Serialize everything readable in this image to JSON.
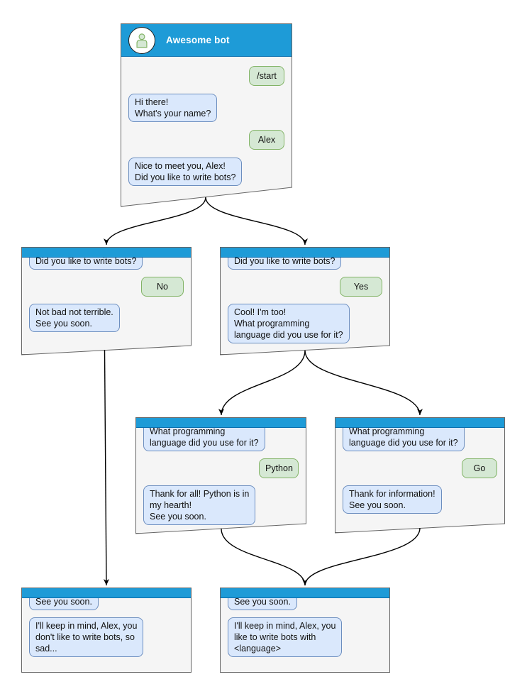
{
  "diagram": {
    "type": "chatbot-conversation-flowchart",
    "bot_title": "Awesome bot",
    "windows": [
      {
        "id": "main",
        "title": "Awesome bot",
        "messages": [
          {
            "from": "user",
            "text": "/start"
          },
          {
            "from": "bot",
            "text": "Hi there!\nWhat's your name?"
          },
          {
            "from": "user",
            "text": "Alex"
          },
          {
            "from": "bot",
            "text": "Nice to meet you, Alex!\nDid you like to write bots?"
          }
        ]
      },
      {
        "id": "branch-no",
        "messages": [
          {
            "from": "bot",
            "text": "Did you like to write bots?"
          },
          {
            "from": "user",
            "text": "No"
          },
          {
            "from": "bot",
            "text": "Not bad not terrible.\nSee you soon."
          }
        ]
      },
      {
        "id": "branch-yes",
        "messages": [
          {
            "from": "bot",
            "text": "Did you like to write bots?"
          },
          {
            "from": "user",
            "text": "Yes"
          },
          {
            "from": "bot",
            "text": "Cool! I'm too!\nWhat programming\nlanguage did you use for it?"
          }
        ]
      },
      {
        "id": "lang-python",
        "messages": [
          {
            "from": "bot",
            "text": "What programming\nlanguage did you use for it?"
          },
          {
            "from": "user",
            "text": "Python"
          },
          {
            "from": "bot",
            "text": "Thank for all! Python is in\nmy hearth!\nSee you soon."
          }
        ]
      },
      {
        "id": "lang-go",
        "messages": [
          {
            "from": "bot",
            "text": "What programming\nlanguage did you use for it?"
          },
          {
            "from": "user",
            "text": "Go"
          },
          {
            "from": "bot",
            "text": "Thank for information!\nSee you soon."
          }
        ]
      },
      {
        "id": "end-no",
        "messages": [
          {
            "from": "bot",
            "text": "See you soon."
          },
          {
            "from": "bot",
            "text": "I'll keep in mind, Alex, you\ndon't like to write bots, so\nsad..."
          }
        ]
      },
      {
        "id": "end-yes",
        "messages": [
          {
            "from": "bot",
            "text": "See you soon."
          },
          {
            "from": "bot",
            "text": "I'll keep in mind, Alex, you\nlike to write bots with\n<language>"
          }
        ]
      }
    ],
    "edges": [
      {
        "from": "main",
        "to": "branch-no"
      },
      {
        "from": "main",
        "to": "branch-yes"
      },
      {
        "from": "branch-no",
        "to": "end-no"
      },
      {
        "from": "branch-yes",
        "to": "lang-python"
      },
      {
        "from": "branch-yes",
        "to": "lang-go"
      },
      {
        "from": "lang-python",
        "to": "end-yes"
      },
      {
        "from": "lang-go",
        "to": "end-yes"
      }
    ]
  },
  "colors": {
    "header": "#1e9bd7",
    "header_border": "#0a6fae",
    "window_fill": "#f5f5f5",
    "window_border": "#666666",
    "bot_fill": "#dae8fc",
    "bot_border": "#6c8ebf",
    "user_fill": "#d5e8d4",
    "user_border": "#82b366",
    "avatar_fill": "#d5e8d4",
    "avatar_stroke": "#82b366",
    "arrow": "#000000"
  }
}
